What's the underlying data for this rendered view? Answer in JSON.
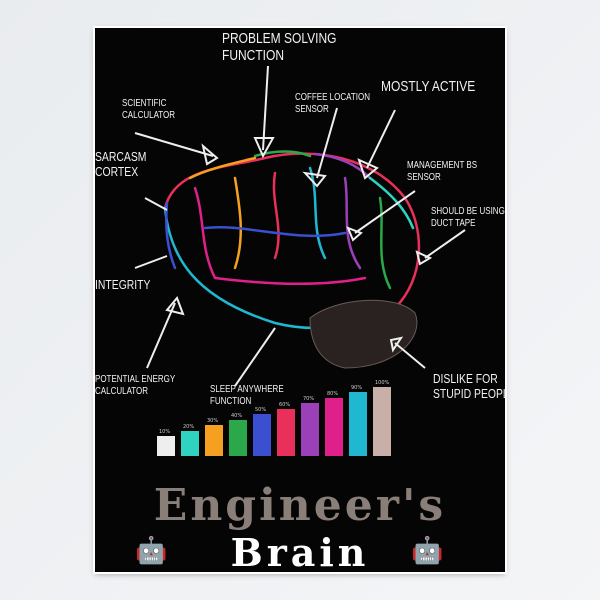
{
  "poster": {
    "title_line1": "Engineer's",
    "title_line2": "Brain",
    "labels": {
      "problem_solving": "PROBLEM SOLVING\nFUNCTION",
      "scientific_calculator": "SCIENTIFIC\nCALCULATOR",
      "coffee_location": "COFFEE LOCATION\nSENSOR",
      "mostly_active": "MOSTLY ACTIVE",
      "sarcasm_cortex": "SARCASM\nCORTEX",
      "management_bs": "MANAGEMENT BS\nSENSOR",
      "duct_tape": "SHOULD BE USING\nDUCT TAPE",
      "integrity": "INTEGRITY",
      "potential_energy": "POTENTIAL ENERGY\nCALCULATOR",
      "sleep_anywhere": "SLEEP ANYWHERE\nFUNCTION",
      "dislike": "DISLIKE FOR\nSTUPID PEOPLE"
    },
    "battery_levels": [
      {
        "label": "10%",
        "color": "#eeeeee"
      },
      {
        "label": "20%",
        "color": "#2fd3c0"
      },
      {
        "label": "30%",
        "color": "#f5a020"
      },
      {
        "label": "40%",
        "color": "#2aa84a"
      },
      {
        "label": "50%",
        "color": "#3a50d0"
      },
      {
        "label": "60%",
        "color": "#e8305a"
      },
      {
        "label": "70%",
        "color": "#9a40b8"
      },
      {
        "label": "80%",
        "color": "#e0208a"
      },
      {
        "label": "90%",
        "color": "#20b8d0"
      },
      {
        "label": "100%",
        "color": "#c8b0a8"
      }
    ],
    "icons": [
      "android-robot-icon",
      "android-robot-icon"
    ]
  }
}
